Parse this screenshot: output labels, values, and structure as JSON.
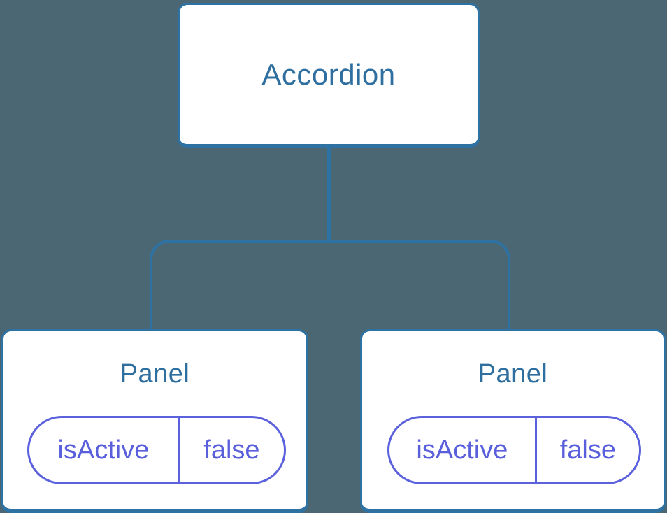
{
  "theme": {
    "background": "#4B6773",
    "connector": "#2E72A3",
    "box_border": "#2E72A3",
    "box_background": "#FFFFFF",
    "title_text": "#2F6F9F",
    "state_border": "#5B61DC",
    "state_text": "#5A60DB"
  },
  "diagram": {
    "type": "component-tree",
    "root": {
      "label": "Accordion"
    },
    "children": [
      {
        "label": "Panel",
        "state": {
          "name": "isActive",
          "value": "false"
        }
      },
      {
        "label": "Panel",
        "state": {
          "name": "isActive",
          "value": "false"
        }
      }
    ]
  }
}
